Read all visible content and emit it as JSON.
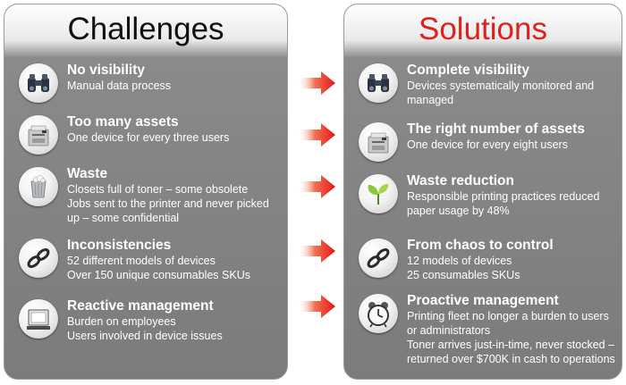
{
  "challenges": {
    "title": "Challenges",
    "items": [
      {
        "heading": "No visibility",
        "lines": [
          "Manual data process"
        ],
        "icon": "binoculars-icon"
      },
      {
        "heading": "Too many assets",
        "lines": [
          "One device for every three users"
        ],
        "icon": "printer-icon"
      },
      {
        "heading": "Waste",
        "lines": [
          "Closets full of toner – some obsolete",
          "Jobs sent to the printer and never picked",
          "up – some confidential"
        ],
        "icon": "trash-can-icon"
      },
      {
        "heading": "Inconsistencies",
        "lines": [
          "52 different models of devices",
          "Over 150 unique consumables SKUs"
        ],
        "icon": "chain-icon"
      },
      {
        "heading": "Reactive management",
        "lines": [
          "Burden on employees",
          "Users involved in device issues"
        ],
        "icon": "old-monitor-icon"
      }
    ]
  },
  "solutions": {
    "title": "Solutions",
    "items": [
      {
        "heading": "Complete visibility",
        "lines": [
          "Devices systematically monitored and",
          "managed"
        ],
        "icon": "binoculars-icon"
      },
      {
        "heading": "The right number of assets",
        "lines": [
          "One device for every eight users"
        ],
        "icon": "printer-icon"
      },
      {
        "heading": "Waste reduction",
        "lines": [
          "Responsible printing practices reduced",
          "paper usage by 48%"
        ],
        "icon": "sprout-icon"
      },
      {
        "heading": "From chaos to control",
        "lines": [
          "12 models of devices",
          "25 consumables SKUs"
        ],
        "icon": "chain-icon"
      },
      {
        "heading": "Proactive management",
        "lines": [
          "Printing fleet no longer a burden to users",
          "or administrators",
          "Toner arrives just-in-time, never stocked –",
          "returned over $700K in cash to operations"
        ],
        "icon": "alarm-clock-icon"
      }
    ]
  },
  "colors": {
    "solutions_title": "#e0201d",
    "arrow": "#e8262a",
    "panel": "#7b7b7b"
  }
}
